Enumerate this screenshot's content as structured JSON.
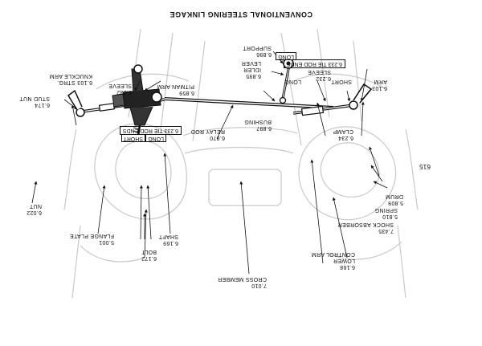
{
  "title": "CONVENTIONAL STEERING LINKAGE",
  "page_number": "615",
  "labels": {
    "tie_rod_ends_right": "6.233 TIE ROD ENDS",
    "tie_rod_ends_right_tag": "LONG",
    "tie_rod_ends_left": "6.233 TIE ROD ENDS",
    "tie_rod_ends_left_tag1": "LONG",
    "tie_rod_ends_left_tag2": "SHORT",
    "support": [
      "6.896",
      "SUPPORT"
    ],
    "idler_lever": [
      "6.895",
      "IDLER",
      "LEVER"
    ],
    "long": "LONG",
    "short": "SHORT",
    "arm_right": [
      "6.103",
      "ARM"
    ],
    "sleeve_right": [
      "6.232",
      "SLEEVE"
    ],
    "pitman_arm": [
      "6.859",
      "PITMAN ARM"
    ],
    "sleeve_left": [
      "6.232",
      "SLEEVE"
    ],
    "knuckle_arm": [
      "6.103 STRG.",
      "KNUCKLE ARM"
    ],
    "stud_nut": [
      "6.174",
      "STUD NUT"
    ],
    "bushing": [
      "6.897",
      "BUSHING"
    ],
    "relay_rod": [
      "6.870",
      "RELAY ROD"
    ],
    "clamp": [
      "6.234",
      "CLAMP"
    ],
    "drum": [
      "5.809",
      "DRUM"
    ],
    "spring": [
      "5.810",
      "SPRING"
    ],
    "shock_absorber": [
      "7.435",
      "SHOCK ABSORBER"
    ],
    "lower_control_arm": [
      "6.168",
      "LOWER",
      "CONTROL ARM"
    ],
    "cross_member": [
      "7.010",
      "CROSS MEMBER"
    ],
    "shaft": [
      "6.169",
      "SHAFT"
    ],
    "bolt": [
      "6.172",
      "BOLT"
    ],
    "flange_plate": [
      "5.001",
      "FLANGE PLATE"
    ],
    "nut": [
      "6.022",
      "NUT"
    ]
  }
}
